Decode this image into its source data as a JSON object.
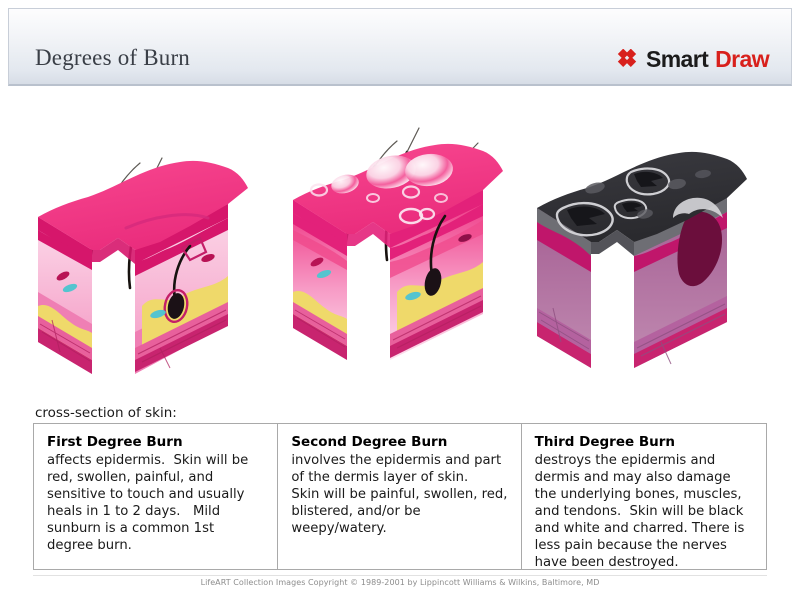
{
  "header": {
    "title": "Degrees of Burn",
    "brand": {
      "icon": "smartdraw-diamond-icon",
      "first_word": "Smart",
      "second_word": "Draw",
      "first_color": "#1b1b1b",
      "second_color": "#d8201c"
    }
  },
  "figures": [
    {
      "name": "first-degree-skin-cross-section",
      "alt": "Normal pink skin block with three hairs, epidermis, dermis, fat and muscle layers"
    },
    {
      "name": "second-degree-skin-cross-section",
      "alt": "Skin block with surface blisters and reddened dermis"
    },
    {
      "name": "third-degree-skin-cross-section",
      "alt": "Skin block with charred black surface, gray eschar and deep dark wound"
    }
  ],
  "caption": "cross-section of skin:",
  "descriptions": [
    {
      "heading": "First Degree Burn",
      "body": "affects epidermis.  Skin will be red, swollen, painful, and sensitive to touch and usually heals in 1 to 2 days.   Mild sunburn is a common 1st degree burn."
    },
    {
      "heading": "Second Degree Burn",
      "body": "involves the epidermis and part of the dermis layer of skin.   Skin will be painful, swollen, red, blistered, and/or be weepy/watery."
    },
    {
      "heading": "Third Degree Burn",
      "body": "destroys the epidermis and dermis and may also damage the underlying bones, muscles, and tendons.  Skin will be black and white and charred. There is less pain because the nerves have been destroyed."
    }
  ],
  "footer": {
    "credit": "LifeART Collection Images Copyright © 1989-2001 by Lippincott Williams & Wilkins, Baltimore, MD"
  },
  "palette": {
    "surface_pink": "#f5418d",
    "surface_pink_dark": "#e32b78",
    "epidermis_band": "#d6166b",
    "dermis_light": "#f9c3dd",
    "dermis_mid": "#ef7fb4",
    "fat_yellow": "#efd96a",
    "muscle_pink": "#e8609c",
    "muscle_dark": "#c8246f",
    "char_black": "#2f2f33",
    "char_gray": "#6f6f74",
    "wound_maroon": "#6e0f3c",
    "third_dermis": "#b1699c",
    "header_gradient_top": "#fdfdfe",
    "header_gradient_bottom": "#d7dde6",
    "table_border": "#a9a9a9"
  }
}
